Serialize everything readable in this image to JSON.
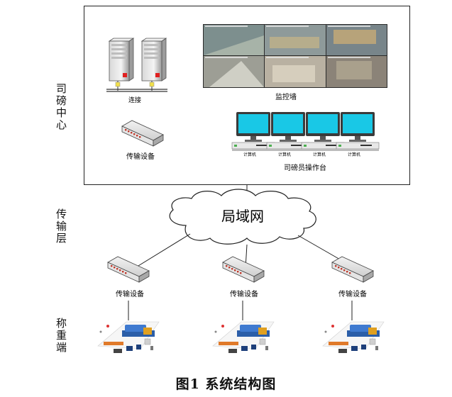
{
  "layer_labels": {
    "center": "司磅中心",
    "transport": "传输层",
    "weighing": "称重端"
  },
  "center": {
    "servers_label": "连接",
    "switch_label": "传输设备",
    "video_wall_label": "监控墙",
    "console_label": "司磅员操作台",
    "computer_label": "计算机"
  },
  "network": {
    "cloud_label": "局域网"
  },
  "transport_devices": [
    {
      "label": "传输设备"
    },
    {
      "label": "传输设备"
    },
    {
      "label": "传输设备"
    }
  ],
  "caption": "图1   系统结构图",
  "colors": {
    "monitor_screen": "#19c8e6",
    "switch_body": "#e6e6e6",
    "server_led": "#e02020",
    "connector": "#f2e04a"
  }
}
